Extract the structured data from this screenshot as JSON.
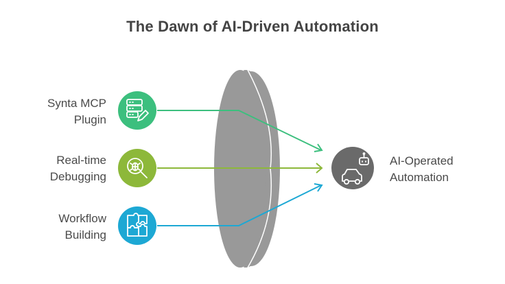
{
  "title": "The Dawn of AI-Driven Automation",
  "inputs": [
    {
      "line1": "Synta MCP",
      "line2": "Plugin",
      "icon": "server-edit-icon",
      "color": "#3cbf7e"
    },
    {
      "line1": "Real-time",
      "line2": "Debugging",
      "icon": "bug-search-icon",
      "color": "#8db83a"
    },
    {
      "line1": "Workflow",
      "line2": "Building",
      "icon": "puzzle-icon",
      "color": "#1da8d4"
    }
  ],
  "output": {
    "line1": "AI-Operated",
    "line2": "Automation",
    "icon": "robot-car-icon",
    "color": "#6a6a6a"
  },
  "lens_color": "#999999"
}
